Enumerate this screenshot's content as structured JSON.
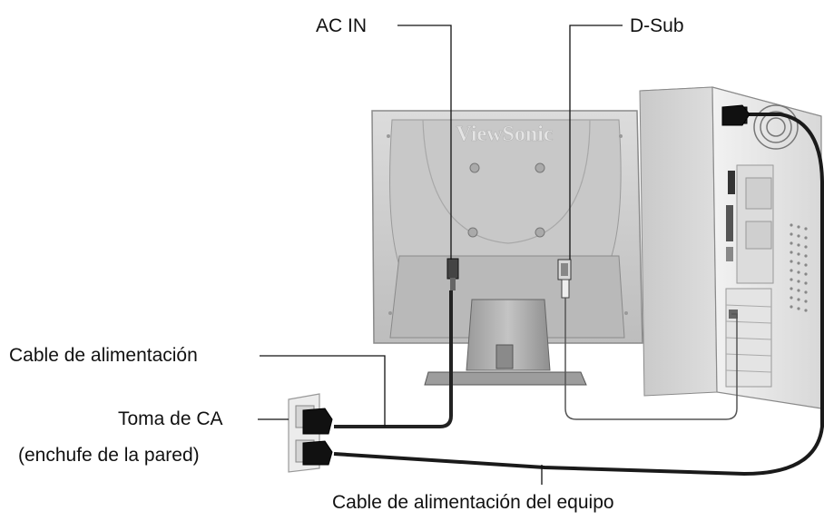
{
  "labels": {
    "ac_in": "AC IN",
    "dsub": "D-Sub",
    "cable_alimentacion": "Cable de alimentación",
    "toma_ca": "Toma de CA",
    "enchufe_pared": "(enchufe de la pared)",
    "cable_equipo": "Cable de alimentación del equipo",
    "brand": "ViewSonic"
  },
  "colors": {
    "background": "#ffffff",
    "monitor_panel": "#cfcfcf",
    "monitor_stand": "#a9a9a9",
    "computer_case": "#e6e6e6",
    "cable": "#2b2b2b",
    "outlet": "#e8e8e8",
    "leader_line": "#111111"
  },
  "icons": [
    "monitor-back-icon",
    "pc-tower-icon",
    "wall-outlet-icon",
    "power-plug-icon"
  ]
}
